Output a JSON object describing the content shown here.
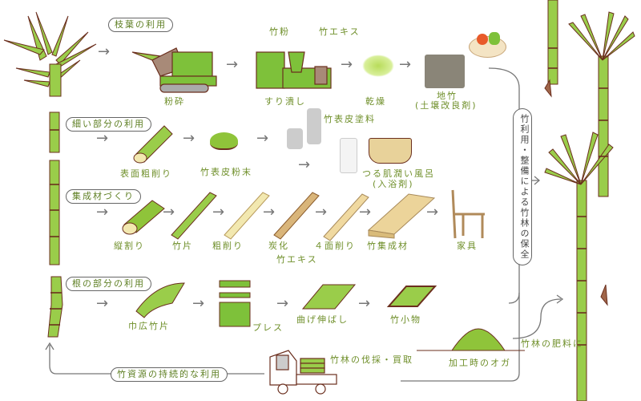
{
  "diagram": {
    "title": "竹資源の持続的な利用",
    "colors": {
      "bamboo_green": "#9acd4a",
      "outline_brown": "#6b2f1e",
      "label_green": "#6f8f2a",
      "line_gray": "#666666",
      "wood": "#e8d29a"
    },
    "sections": [
      {
        "id": "branches",
        "label": "枝葉の利用",
        "steps": [
          "粉砕",
          "すり潰し",
          "乾燥",
          "地竹\n(土壌改良剤)"
        ],
        "extras": [
          "竹粉",
          "竹エキス"
        ],
        "end": "vegetables"
      },
      {
        "id": "thin",
        "label": "細い部分の利用",
        "steps": [
          "表面粗削り",
          "竹表皮粉末"
        ],
        "products": [
          "竹表皮塗料",
          "つる肌潤い風呂\n(入浴剤)"
        ]
      },
      {
        "id": "laminated",
        "label": "集成材づくり",
        "steps": [
          "縦割り",
          "竹片",
          "粗削り",
          "炭化",
          "４面削り",
          "竹集成材",
          "家具"
        ],
        "extras": [
          "竹エキス"
        ]
      },
      {
        "id": "root",
        "label": "根の部分の利用",
        "steps": [
          "巾広竹片",
          "プレス",
          "曲げ伸ばし",
          "竹小物"
        ]
      }
    ],
    "right_label": "竹利用・整備による竹林の保全",
    "harvest_label": "竹林の伐採・買取",
    "sawdust_label": "加工時のオガ",
    "fertilizer_label": "竹林の肥料に",
    "cycle_label": "竹資源の持続的な利用"
  },
  "t": {
    "s1": "枝葉の利用",
    "s1a": "粉砕",
    "s1b": "すり潰し",
    "s1c": "乾燥",
    "s1d1": "地竹",
    "s1d2": "(土壌改良剤)",
    "s1x1": "竹粉",
    "s1x2": "竹エキス",
    "s2": "細い部分の利用",
    "s2a": "表面粗削り",
    "s2b": "竹表皮粉末",
    "s2c": "竹表皮塗料",
    "s2d1": "つる肌潤い風呂",
    "s2d2": "(入浴剤)",
    "s3": "集成材づくり",
    "s3a": "縦割り",
    "s3b": "竹片",
    "s3c": "粗削り",
    "s3d": "炭化",
    "s3e": "４面削り",
    "s3f": "竹集成材",
    "s3g": "家具",
    "s3x": "竹エキス",
    "s4": "根の部分の利用",
    "s4a": "巾広竹片",
    "s4b": "プレス",
    "s4c": "曲げ伸ばし",
    "s4d": "竹小物",
    "right": "竹利用・整備による竹林の保全",
    "harvest": "竹林の伐採・買取",
    "sawdust": "加工時のオガ",
    "fert": "竹林の肥料に",
    "cycle": "竹資源の持続的な利用",
    "arrow": "→"
  }
}
